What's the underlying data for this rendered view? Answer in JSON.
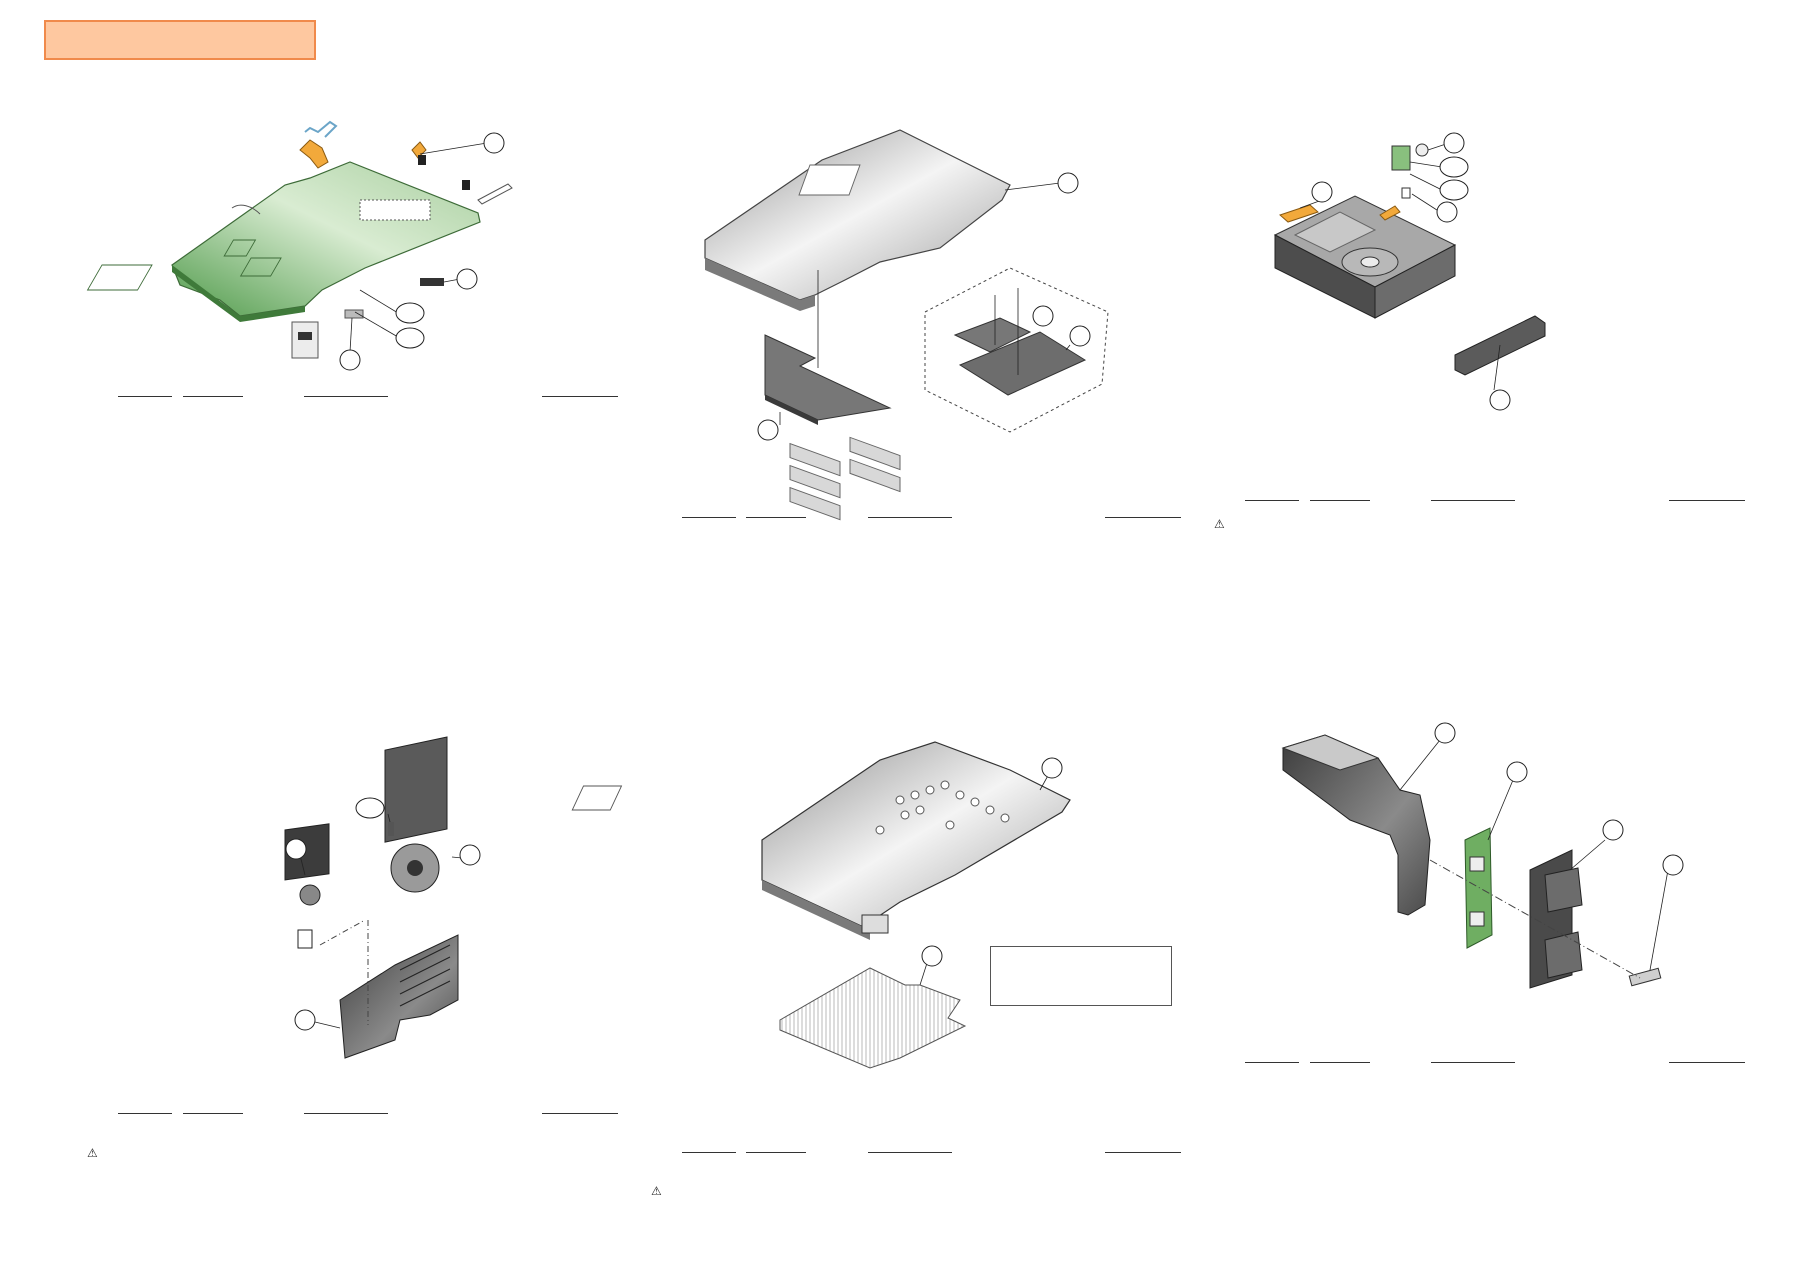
{
  "page": {
    "title": "",
    "note_box_text": "",
    "warning_symbol": "⚠",
    "callout_label": ""
  },
  "colors": {
    "header_fill": "#fec8a0",
    "header_border": "#f08a4b",
    "pcb_green": "#6fae62",
    "metal_gray": "#9c9c9c",
    "dark_gray": "#555555",
    "ribbon_orange": "#f2a93b"
  },
  "diagrams": [
    {
      "id": "main-board-assembly"
    },
    {
      "id": "bottom-shield-assembly"
    },
    {
      "id": "optical-drive-assembly"
    },
    {
      "id": "cooling-fan-assembly"
    },
    {
      "id": "chassis-frame-assembly"
    },
    {
      "id": "switch-board-assembly"
    }
  ]
}
